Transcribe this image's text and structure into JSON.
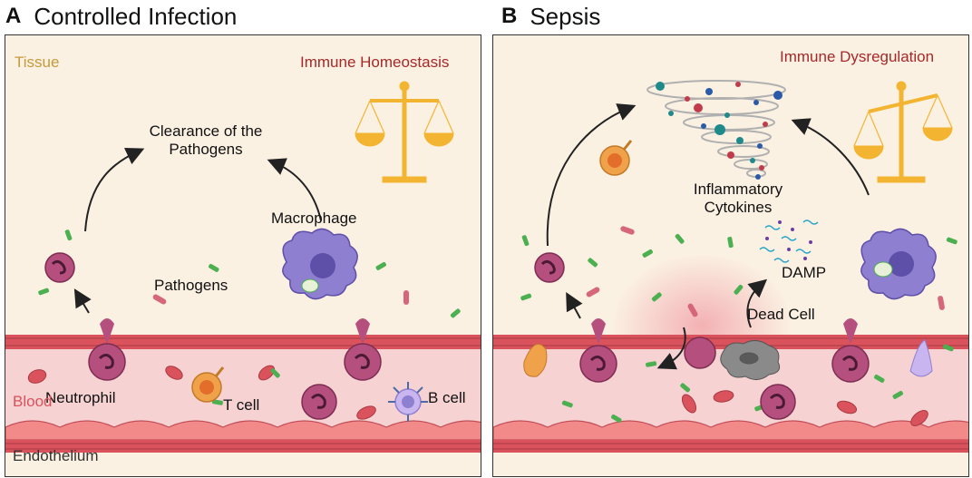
{
  "panelA": {
    "letter": "A",
    "title": "Controlled Infection",
    "tissue_label": "Tissue",
    "state_label": "Immune Homeostasis",
    "outcome_line1": "Clearance of the",
    "outcome_line2": "Pathogens",
    "macrophage_label": "Macrophage",
    "pathogens_label": "Pathogens",
    "neutrophil_label": "Neutrophil",
    "tcell_label": "T cell",
    "bcell_label": "B cell",
    "blood_label": "Blood",
    "endothelium_label": "Endothelium"
  },
  "panelB": {
    "letter": "B",
    "title": "Sepsis",
    "state_label": "Immune Dysregulation",
    "cytokines_line1": "Inflammatory",
    "cytokines_line2": "Cytokines",
    "damp_label": "DAMP",
    "deadcell_label": "Dead Cell"
  },
  "colors": {
    "tissue_bg": "#fbf1e3",
    "vessel_wall": "#d9525c",
    "blood": "#f6d2d2",
    "neutrophil": "#b54f7d",
    "macrophage": "#8f7fd1",
    "pathogen": "#4caf50",
    "scale": "#f3b531"
  }
}
